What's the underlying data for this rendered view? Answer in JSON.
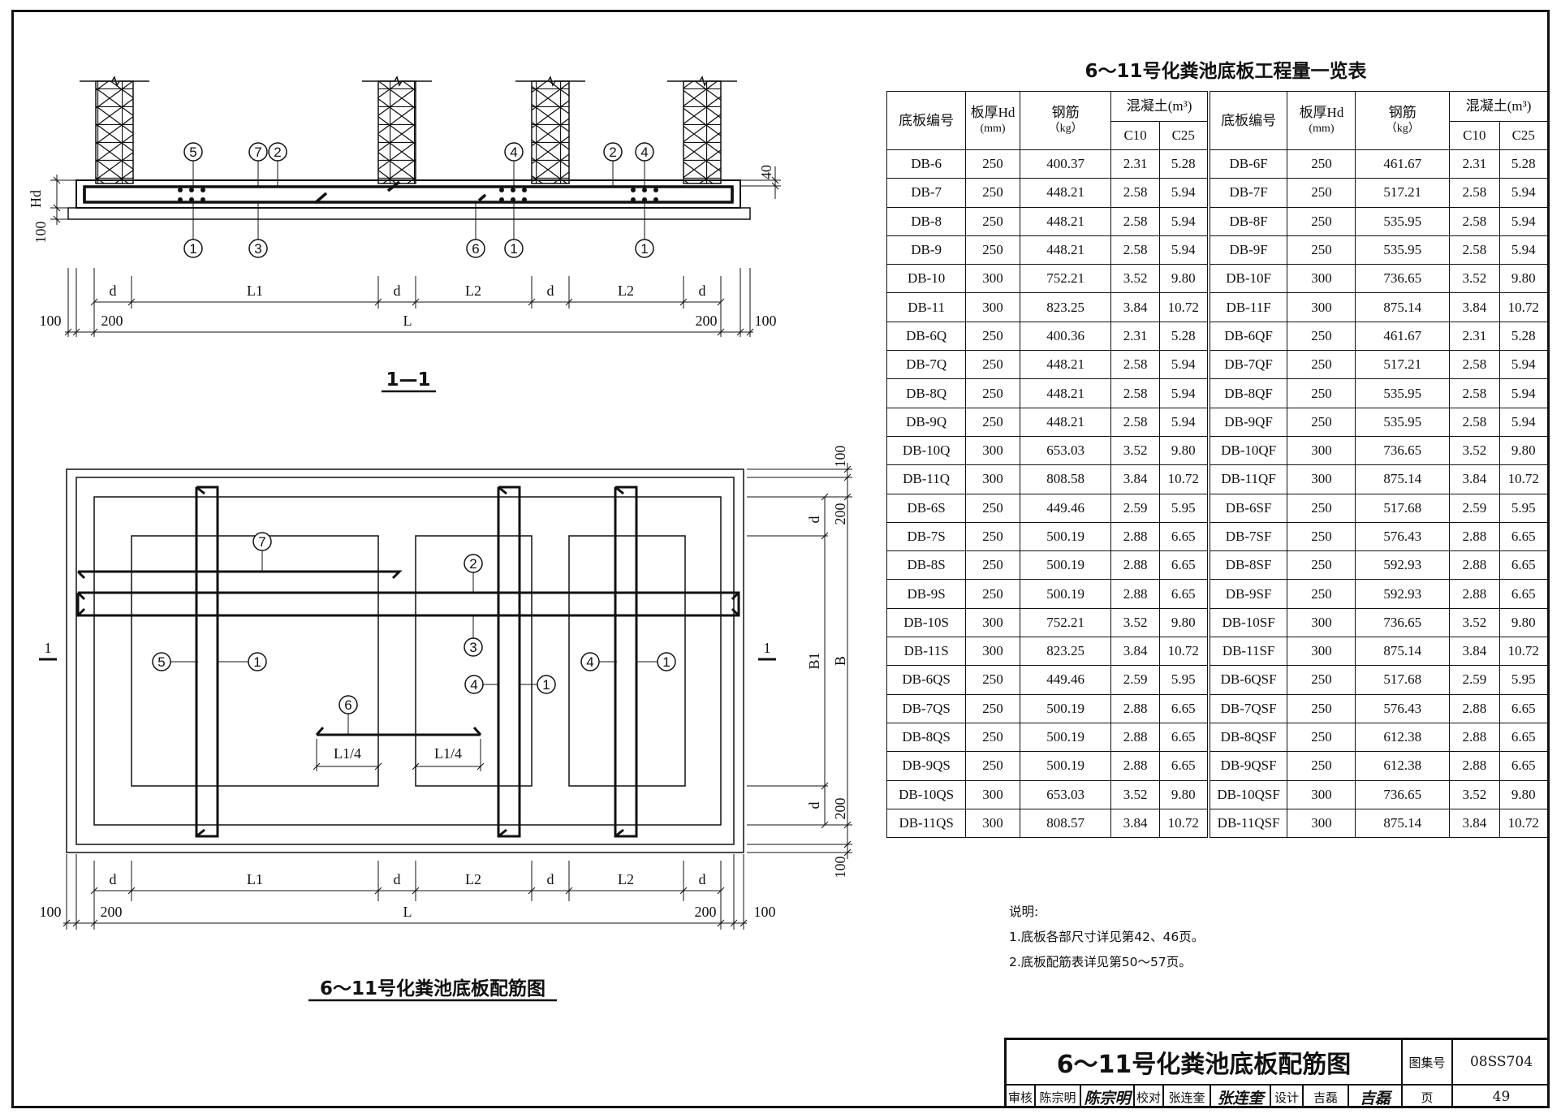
{
  "section_view": {
    "callouts_top": [
      "5",
      "7",
      "2",
      "4",
      "2",
      "4"
    ],
    "callouts_bottom": [
      "1",
      "3",
      "6",
      "1",
      "1"
    ],
    "dims": {
      "hd": "Hd",
      "h100": "100",
      "h40": "40",
      "d": "d",
      "l1": "L1",
      "l2": "L2",
      "l": "L",
      "e200": "200",
      "e100": "100"
    },
    "label": "1—1"
  },
  "plan_view": {
    "callouts": [
      "7",
      "2",
      "3",
      "5",
      "1",
      "4",
      "1",
      "4",
      "1",
      "6"
    ],
    "quarter": "L1/4",
    "section_mark": "1",
    "dims": {
      "d": "d",
      "l1": "L1",
      "l2": "L2",
      "l": "L",
      "e200": "200",
      "e100": "100",
      "b": "B",
      "b1": "B1"
    },
    "caption": "6～11号化粪池底板配筋图"
  },
  "quantity_table": {
    "title": "6～11号化粪池底板工程量一览表",
    "headers": {
      "id": "底板编号",
      "thickness": "板厚Hd",
      "thickness_unit": "(mm)",
      "rebar": "钢筋",
      "rebar_unit": "（kg）",
      "concrete": "混凝土(m³)",
      "c10": "C10",
      "c25": "C25"
    },
    "rows": [
      [
        "DB-6",
        "250",
        "400.37",
        "2.31",
        "5.28",
        "DB-6F",
        "250",
        "461.67",
        "2.31",
        "5.28"
      ],
      [
        "DB-7",
        "250",
        "448.21",
        "2.58",
        "5.94",
        "DB-7F",
        "250",
        "517.21",
        "2.58",
        "5.94"
      ],
      [
        "DB-8",
        "250",
        "448.21",
        "2.58",
        "5.94",
        "DB-8F",
        "250",
        "535.95",
        "2.58",
        "5.94"
      ],
      [
        "DB-9",
        "250",
        "448.21",
        "2.58",
        "5.94",
        "DB-9F",
        "250",
        "535.95",
        "2.58",
        "5.94"
      ],
      [
        "DB-10",
        "300",
        "752.21",
        "3.52",
        "9.80",
        "DB-10F",
        "300",
        "736.65",
        "3.52",
        "9.80"
      ],
      [
        "DB-11",
        "300",
        "823.25",
        "3.84",
        "10.72",
        "DB-11F",
        "300",
        "875.14",
        "3.84",
        "10.72"
      ],
      [
        "DB-6Q",
        "250",
        "400.36",
        "2.31",
        "5.28",
        "DB-6QF",
        "250",
        "461.67",
        "2.31",
        "5.28"
      ],
      [
        "DB-7Q",
        "250",
        "448.21",
        "2.58",
        "5.94",
        "DB-7QF",
        "250",
        "517.21",
        "2.58",
        "5.94"
      ],
      [
        "DB-8Q",
        "250",
        "448.21",
        "2.58",
        "5.94",
        "DB-8QF",
        "250",
        "535.95",
        "2.58",
        "5.94"
      ],
      [
        "DB-9Q",
        "250",
        "448.21",
        "2.58",
        "5.94",
        "DB-9QF",
        "250",
        "535.95",
        "2.58",
        "5.94"
      ],
      [
        "DB-10Q",
        "300",
        "653.03",
        "3.52",
        "9.80",
        "DB-10QF",
        "300",
        "736.65",
        "3.52",
        "9.80"
      ],
      [
        "DB-11Q",
        "300",
        "808.58",
        "3.84",
        "10.72",
        "DB-11QF",
        "300",
        "875.14",
        "3.84",
        "10.72"
      ],
      [
        "DB-6S",
        "250",
        "449.46",
        "2.59",
        "5.95",
        "DB-6SF",
        "250",
        "517.68",
        "2.59",
        "5.95"
      ],
      [
        "DB-7S",
        "250",
        "500.19",
        "2.88",
        "6.65",
        "DB-7SF",
        "250",
        "576.43",
        "2.88",
        "6.65"
      ],
      [
        "DB-8S",
        "250",
        "500.19",
        "2.88",
        "6.65",
        "DB-8SF",
        "250",
        "592.93",
        "2.88",
        "6.65"
      ],
      [
        "DB-9S",
        "250",
        "500.19",
        "2.88",
        "6.65",
        "DB-9SF",
        "250",
        "592.93",
        "2.88",
        "6.65"
      ],
      [
        "DB-10S",
        "300",
        "752.21",
        "3.52",
        "9.80",
        "DB-10SF",
        "300",
        "736.65",
        "3.52",
        "9.80"
      ],
      [
        "DB-11S",
        "300",
        "823.25",
        "3.84",
        "10.72",
        "DB-11SF",
        "300",
        "875.14",
        "3.84",
        "10.72"
      ],
      [
        "DB-6QS",
        "250",
        "449.46",
        "2.59",
        "5.95",
        "DB-6QSF",
        "250",
        "517.68",
        "2.59",
        "5.95"
      ],
      [
        "DB-7QS",
        "250",
        "500.19",
        "2.88",
        "6.65",
        "DB-7QSF",
        "250",
        "576.43",
        "2.88",
        "6.65"
      ],
      [
        "DB-8QS",
        "250",
        "500.19",
        "2.88",
        "6.65",
        "DB-8QSF",
        "250",
        "612.38",
        "2.88",
        "6.65"
      ],
      [
        "DB-9QS",
        "250",
        "500.19",
        "2.88",
        "6.65",
        "DB-9QSF",
        "250",
        "612.38",
        "2.88",
        "6.65"
      ],
      [
        "DB-10QS",
        "300",
        "653.03",
        "3.52",
        "9.80",
        "DB-10QSF",
        "300",
        "736.65",
        "3.52",
        "9.80"
      ],
      [
        "DB-11QS",
        "300",
        "808.57",
        "3.84",
        "10.72",
        "DB-11QSF",
        "300",
        "875.14",
        "3.84",
        "10.72"
      ]
    ]
  },
  "notes": {
    "heading": "说明:",
    "items": [
      "1.底板各部尺寸详见第42、46页。",
      "2.底板配筋表详见第50～57页。"
    ]
  },
  "title_block": {
    "title": "6～11号化粪池底板配筋图",
    "atlas_label": "图集号",
    "atlas_no": "08SS704",
    "page_label": "页",
    "page_no": "49",
    "review_label": "审核",
    "review_name": "陈宗明",
    "review_sig": "陈宗明",
    "check_label": "校对",
    "check_name": "张连奎",
    "check_sig": "张连奎",
    "design_label": "设计",
    "design_name": "吉磊",
    "design_sig": "吉磊"
  }
}
